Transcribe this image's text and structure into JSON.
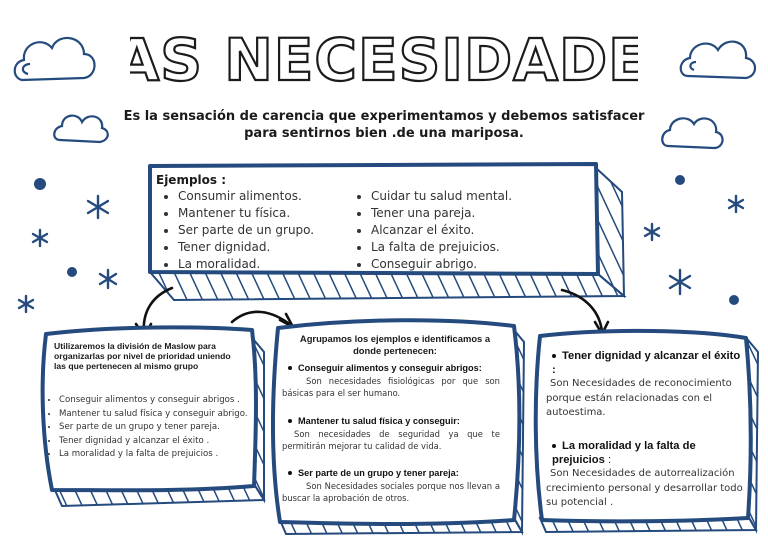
{
  "title": "LAS NECESIDADES",
  "subtitle": "Es la sensación de carencia que experimentamos y debemos satisfacer para sentirnos bien .de una mariposa.",
  "examples": {
    "label": "Ejemplos :",
    "left": [
      "Consumir alimentos.",
      "Mantener tu física.",
      "Ser parte de un grupo.",
      "Tener dignidad.",
      "La moralidad."
    ],
    "right": [
      "Cuidar tu salud mental.",
      "Tener una pareja.",
      "Alcanzar el éxito.",
      "La falta de prejuicios.",
      "Conseguir abrigo."
    ]
  },
  "box1": {
    "heading": "Utilizaremos la división de Maslow para organizarlas por nivel de prioridad uniendo las que pertenecen al mismo grupo",
    "items": [
      "Conseguir alimentos y conseguir abrigos .",
      "Mantener tu salud física y conseguir abrigo.",
      "Ser parte de un grupo y tener pareja.",
      "Tener dignidad y alcanzar el éxito .",
      "La moralidad y la falta de prejuicios ."
    ]
  },
  "box2": {
    "heading": "Agrupamos los ejemplos e identificamos a donde pertenecen:",
    "groups": [
      {
        "title": "Conseguir alimentos y conseguir abrigos:",
        "text": "Son necesidades fisiológicas por que son básicas para el ser humano."
      },
      {
        "title": "Mantener tu salud física y conseguir:",
        "text": "Son necesidades de seguridad ya que te permitirán mejorar tu calidad de vida."
      },
      {
        "title": "Ser parte de un grupo y tener pareja:",
        "text": "Son Necesidades sociales porque nos llevan a buscar la aprobación de otros."
      }
    ]
  },
  "box3": {
    "groups": [
      {
        "title": "Tener dignidad y alcanzar el éxito :",
        "text": "Son Necesidades de reconocimiento porque están relacionadas con el autoestima."
      },
      {
        "title": "La moralidad y la falta de prejuicios",
        "title_suffix": " :",
        "text": "Son Necesidades de autorrealización crecimiento personal y desarrollar todo su potencial ."
      }
    ]
  },
  "colors": {
    "accent": "#244a7e",
    "text": "#1b1b1b"
  }
}
